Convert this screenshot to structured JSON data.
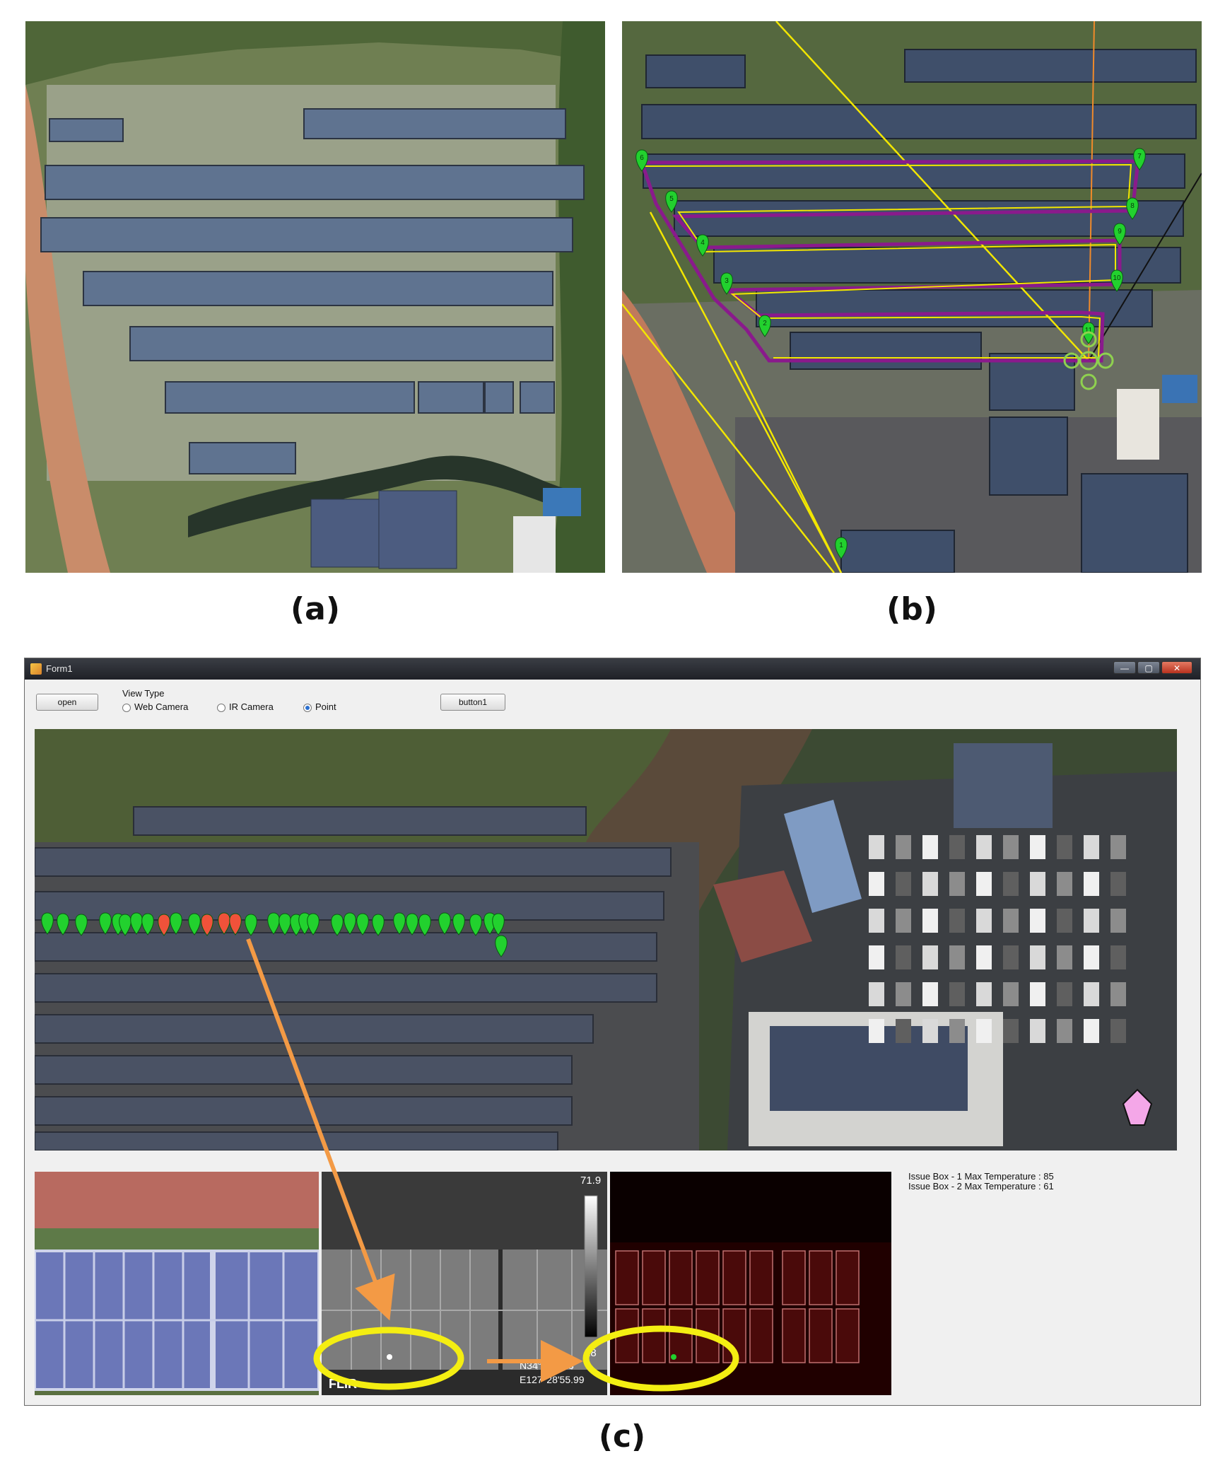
{
  "captions": {
    "a": "(a)",
    "b": "(b)",
    "c": "(c)"
  },
  "form": {
    "title": "Form1",
    "open_button": "open",
    "view_type_label": "View Type",
    "radio_options": [
      {
        "label": "Web Camera",
        "selected": false
      },
      {
        "label": "IR Camera",
        "selected": false
      },
      {
        "label": "Point",
        "selected": true
      }
    ],
    "button1": "button1",
    "thermal_max": "71.9",
    "thermal_min": "28",
    "gps_north": "N34°4'40.18",
    "gps_east": "E127°28'55.99",
    "camera_brand": "FLIR",
    "issue_lines": [
      "Issue Box - 1 Max Temperature : 85",
      "Issue Box - 2 Max Temperature : 61"
    ]
  },
  "waypoints_b": [
    "1",
    "2",
    "3",
    "4",
    "5",
    "6",
    "7",
    "8",
    "9",
    "10",
    "11"
  ],
  "colors": {
    "marker_normal": "#22d12e",
    "marker_issue": "#f0523a",
    "flight_path": "#8a1a8c",
    "track": "#f2e600",
    "annotation_arrow": "#f39a45",
    "highlight_ellipse": "#f4ee12"
  }
}
